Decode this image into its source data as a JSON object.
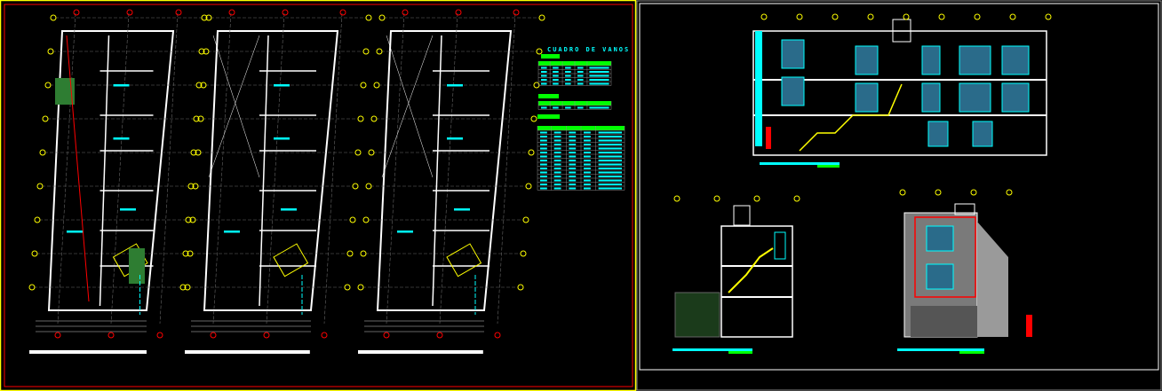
{
  "sheet_left": {
    "table_title": "CUADRO DE VANOS",
    "plans": [
      "plan-1",
      "plan-2",
      "plan-3"
    ]
  },
  "colors": {
    "sheet_border": "#ffff00",
    "frame": "#ff0000",
    "wall": "#ffffff",
    "axis": "#ffffff",
    "accent_cyan": "#00ffff",
    "accent_green": "#00ff00",
    "accent_yellow": "#ffff00",
    "red": "#ff0000",
    "blue": "#0066ff"
  }
}
